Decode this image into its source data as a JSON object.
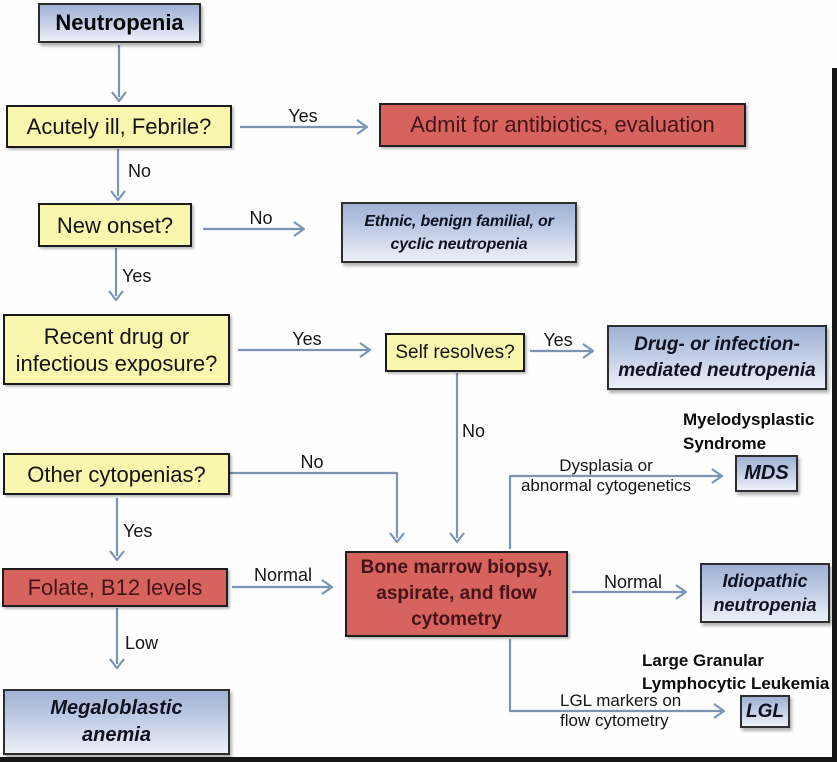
{
  "nodes": {
    "neutropenia": {
      "label": "Neutropenia"
    },
    "acutely_ill": {
      "label": "Acutely ill, Febrile?"
    },
    "admit": {
      "label": "Admit for antibiotics, evaluation"
    },
    "new_onset": {
      "label": "New onset?"
    },
    "ethnic": {
      "label": "Ethnic, benign familial, or\ncyclic neutropenia"
    },
    "recent_drug": {
      "label": "Recent drug or\ninfectious exposure?"
    },
    "self_resolves": {
      "label": "Self resolves?"
    },
    "drug_mediated": {
      "label": "Drug- or infection-\nmediated neutropenia"
    },
    "other_cytopenias": {
      "label": "Other cytopenias?"
    },
    "folate": {
      "label": "Folate, B12 levels"
    },
    "megaloblastic": {
      "label": "Megaloblastic\nanemia"
    },
    "bone_marrow": {
      "label": "Bone marrow biopsy,\naspirate, and flow\ncytometry"
    },
    "mds": {
      "label": "MDS"
    },
    "idiopathic": {
      "label": "Idiopathic\nneutropenia"
    },
    "lgl": {
      "label": "LGL"
    }
  },
  "edge_labels": {
    "acutely_yes": "Yes",
    "acutely_no": "No",
    "new_onset_no": "No",
    "new_onset_yes": "Yes",
    "recent_yes": "Yes",
    "self_yes": "Yes",
    "self_no": "No",
    "cytopenias_no": "No",
    "cytopenias_yes": "Yes",
    "folate_normal": "Normal",
    "folate_low": "Low",
    "marrow_normal": "Normal",
    "dysplasia": "Dysplasia or\nabnormal cytogenetics",
    "lgl_markers": "LGL markers on\nflow cytometry"
  },
  "annotations": {
    "mds_full": "Myelodysplastic\nSyndrome",
    "lgl_full": "Large Granular\nLymphocytic Leukemia"
  },
  "colors": {
    "yellow_fill": "#f9f6ad",
    "red_fill": "#d7635f",
    "red_text": "#451418",
    "blue_top": "#9fb1d4",
    "blue_bottom": "#edf0f8",
    "arrow": "#7b94b6",
    "frame": "#161616"
  }
}
